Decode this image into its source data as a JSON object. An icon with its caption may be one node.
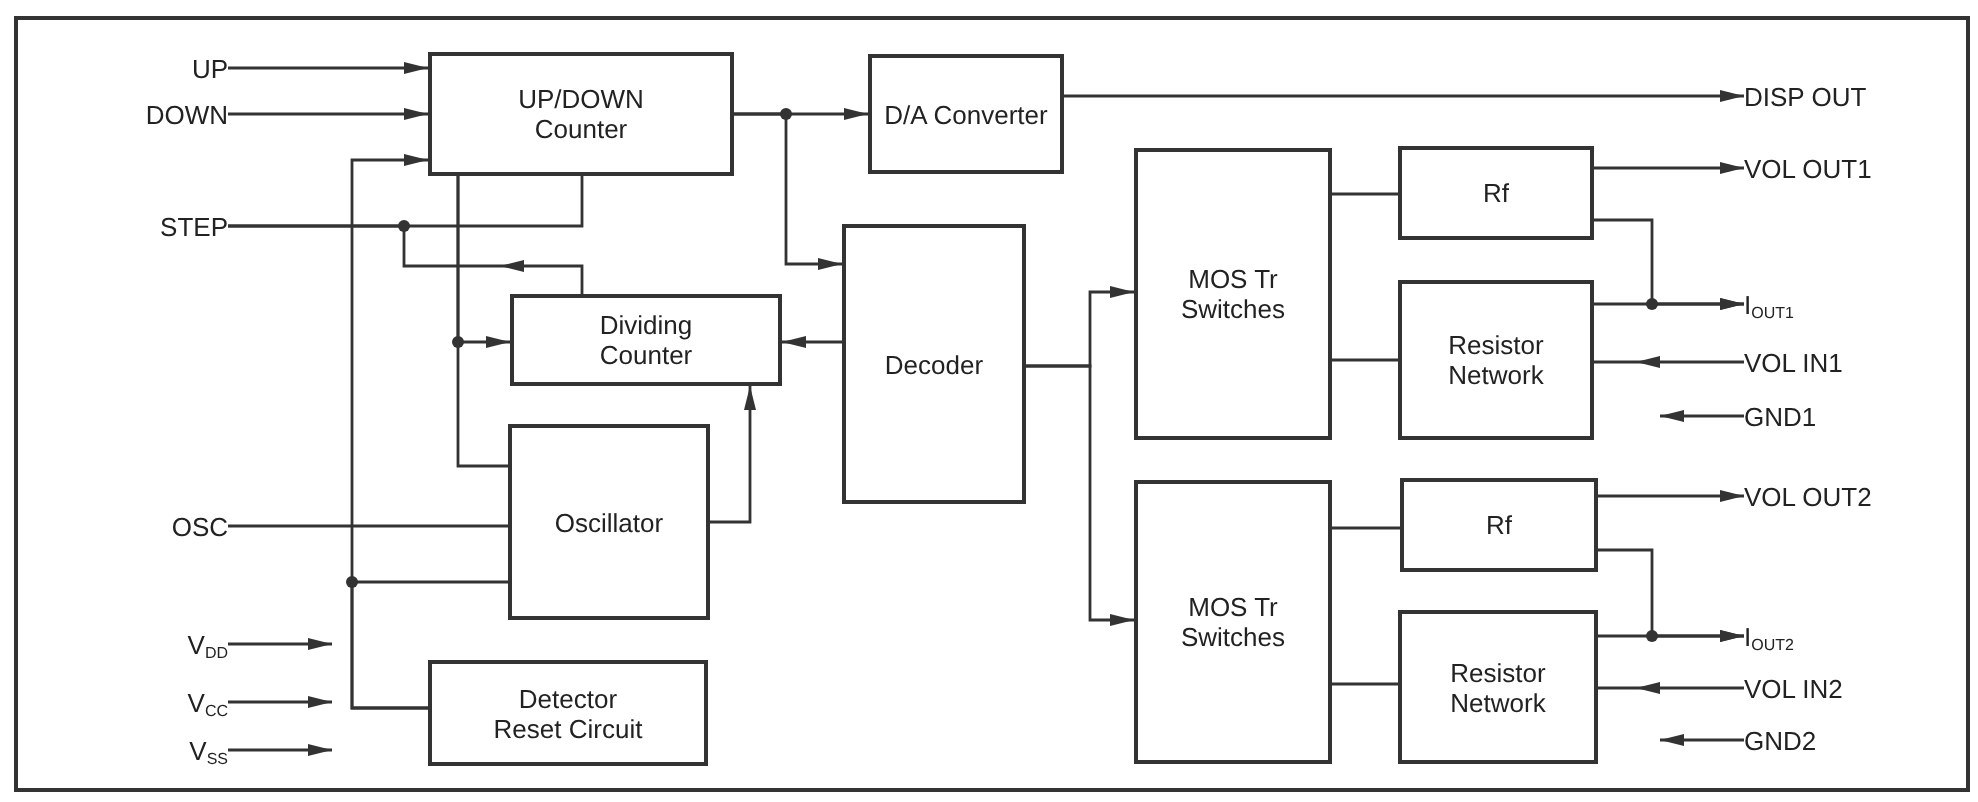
{
  "diagram": {
    "nodes": [
      {
        "text": [
          "UP"
        ]
      },
      {
        "text": [
          "DOWN"
        ]
      },
      {
        "text": [
          "STEP"
        ]
      },
      {
        "text": [
          "OSC"
        ]
      },
      {
        "text": [
          "V$_{DD}$"
        ]
      },
      {
        "text": [
          "V$_{CC}$"
        ]
      },
      {
        "text": [
          "V$_{SS}$"
        ]
      },
      {
        "text": [
          "UP/DOWN Counter"
        ]
      },
      {
        "text": [
          "Dividing Counter"
        ]
      },
      {
        "text": [
          "Oscillator"
        ]
      },
      {
        "text": [
          "Detector Reset Circuit"
        ]
      },
      {
        "text": [
          "D/A Converter"
        ]
      },
      {
        "text": [
          "Decoder"
        ]
      },
      {
        "text": [
          "MOS Tr Switches"
        ]
      },
      {
        "text": [
          "Rf"
        ]
      },
      {
        "text": [
          "Resistor Network"
        ]
      },
      {
        "text": [
          "MOS Tr Switches"
        ]
      },
      {
        "text": [
          "Rf"
        ]
      },
      {
        "text": [
          "Resistor Network"
        ]
      },
      {
        "text": [
          "DISP OUT"
        ]
      },
      {
        "text": [
          "VOL OUT1"
        ]
      },
      {
        "text": [
          "I$_{OUT1}$"
        ]
      },
      {
        "text": [
          "VOL IN1"
        ]
      },
      {
        "text": [
          "GND1"
        ]
      },
      {
        "text": [
          "VOL OUT2"
        ]
      },
      {
        "text": [
          "I$_{OUT2}$"
        ]
      },
      {
        "text": [
          "VOL IN2"
        ]
      },
      {
        "text": [
          "GND2"
        ]
      }
    ],
    "edges": [
      {
        "from": 0,
        "to": 7,
        "arrow": "to"
      },
      {
        "from": 1,
        "to": 7,
        "arrow": "to"
      },
      {
        "from": 2,
        "to": 7,
        "arrow": "none"
      },
      {
        "from": 8,
        "to": 2,
        "arrow": "to"
      },
      {
        "from": 7,
        "to": 8,
        "arrow": "to"
      },
      {
        "from": 7,
        "to": 9,
        "arrow": "none"
      },
      {
        "from": 9,
        "to": 8,
        "arrow": "to"
      },
      {
        "from": 3,
        "to": 9,
        "arrow": "none"
      },
      {
        "from": 10,
        "to": 7,
        "arrow": "to"
      },
      {
        "from": 10,
        "to": 9,
        "arrow": "none"
      },
      {
        "from": 4,
        "to": null,
        "arrow": "to"
      },
      {
        "from": 5,
        "to": null,
        "arrow": "to"
      },
      {
        "from": 6,
        "to": null,
        "arrow": "to"
      },
      {
        "from": 7,
        "to": 11,
        "arrow": "to"
      },
      {
        "from": 7,
        "to": 12,
        "arrow": "to"
      },
      {
        "from": 12,
        "to": 8,
        "arrow": "to"
      },
      {
        "from": 11,
        "to": 19,
        "arrow": "to"
      },
      {
        "from": 12,
        "to": 13,
        "arrow": "to"
      },
      {
        "from": 12,
        "to": 16,
        "arrow": "to"
      },
      {
        "from": 13,
        "to": 14,
        "arrow": "none"
      },
      {
        "from": 13,
        "to": 15,
        "arrow": "none"
      },
      {
        "from": 14,
        "to": 20,
        "arrow": "to"
      },
      {
        "from": 14,
        "to": 21,
        "arrow": "to"
      },
      {
        "from": 15,
        "to": 21,
        "arrow": "to"
      },
      {
        "from": 22,
        "to": 15,
        "arrow": "to"
      },
      {
        "from": 23,
        "to": null,
        "arrow": "to"
      },
      {
        "from": 16,
        "to": 17,
        "arrow": "none"
      },
      {
        "from": 16,
        "to": 18,
        "arrow": "none"
      },
      {
        "from": 17,
        "to": 24,
        "arrow": "to"
      },
      {
        "from": 17,
        "to": 25,
        "arrow": "to"
      },
      {
        "from": 18,
        "to": 25,
        "arrow": "to"
      },
      {
        "from": 26,
        "to": 18,
        "arrow": "to"
      },
      {
        "from": 27,
        "to": null,
        "arrow": "to"
      }
    ]
  }
}
